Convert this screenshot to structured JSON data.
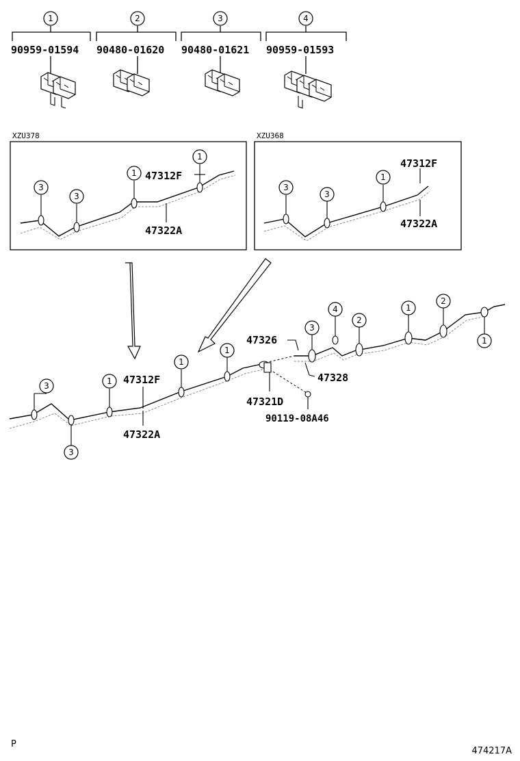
{
  "clamps": [
    {
      "number": "1",
      "part": "90959-01594"
    },
    {
      "number": "2",
      "part": "90480-01620"
    },
    {
      "number": "3",
      "part": "90480-01621"
    },
    {
      "number": "4",
      "part": "90959-01593"
    }
  ],
  "variant_left": {
    "model": "XZU378",
    "part_a": "47312F",
    "part_b": "47322A",
    "markers": [
      "3",
      "3",
      "1",
      "1"
    ]
  },
  "variant_right": {
    "model": "XZU368",
    "part_a": "47312F",
    "part_b": "47322A",
    "markers": [
      "3",
      "3",
      "1"
    ]
  },
  "main": {
    "part_47312f": "47312F",
    "part_47322a": "47322A",
    "part_47326": "47326",
    "part_47328": "47328",
    "part_47321d": "47321D",
    "part_bolt": "90119-08A46",
    "markers": [
      "3",
      "3",
      "1",
      "1",
      "1",
      "3",
      "4",
      "2",
      "1",
      "2",
      "1"
    ]
  },
  "footer": {
    "left": "P",
    "right": "474217A"
  }
}
